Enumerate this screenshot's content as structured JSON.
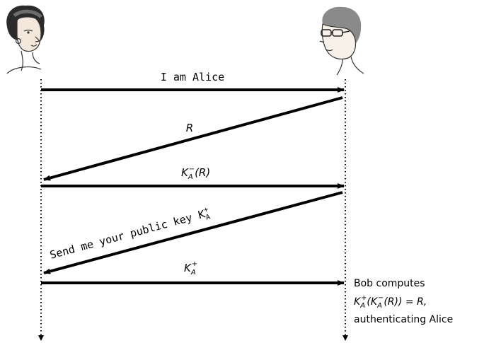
{
  "figure": {
    "actors": [
      {
        "id": "alice",
        "icon": "alice-portrait-icon"
      },
      {
        "id": "bob",
        "icon": "bob-portrait-icon"
      }
    ],
    "messages": [
      {
        "from": "alice",
        "to": "bob",
        "style": "monospace",
        "label": "I am Alice"
      },
      {
        "from": "bob",
        "to": "alice",
        "style": "italic",
        "label": "R"
      },
      {
        "from": "alice",
        "to": "bob",
        "style": "italic",
        "label_base": "K",
        "label_sub": "A",
        "label_sup": "−",
        "label_tail": "(R)"
      },
      {
        "from": "bob",
        "to": "alice",
        "style": "monospace",
        "label": "Send me your public key ",
        "label_base": "K",
        "label_sub": "A",
        "label_sup": "+"
      },
      {
        "from": "alice",
        "to": "bob",
        "style": "italic",
        "label_base": "K",
        "label_sub": "A",
        "label_sup": "+"
      }
    ],
    "note": {
      "line1": "Bob computes",
      "line2_base": "K",
      "line2_sub": "A",
      "line2_sup": "+",
      "line2_mid": "(K",
      "line2_sub2": "A",
      "line2_sup2": "−",
      "line2_tail": "(R)) = R,",
      "line3": "authenticating Alice"
    }
  }
}
